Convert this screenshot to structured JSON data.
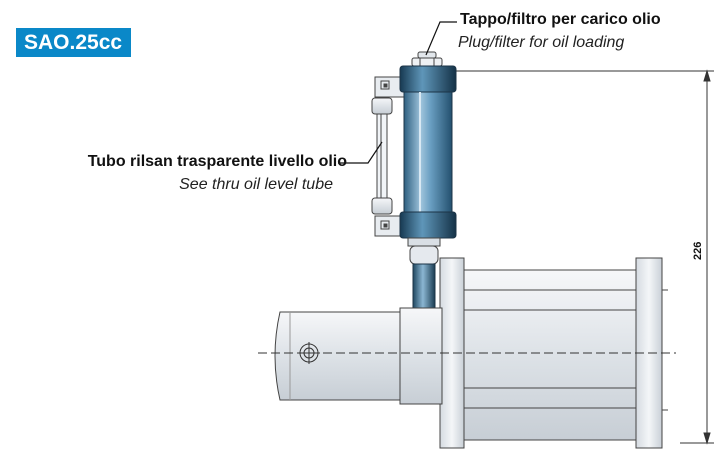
{
  "model_badge": "SAO.25cc",
  "labels": {
    "plug_it": "Tappo/filtro per carico olio",
    "plug_en": "Plug/filter for oil loading",
    "tube_it": "Tubo rilsan trasparente livello olio",
    "tube_en": "See thru oil level tube"
  },
  "dimension": "226",
  "colors": {
    "badge": "#0a88c8",
    "cylinder_blue": "#3e7fa6",
    "metal_light": "#e6eaee",
    "line": "#444444"
  }
}
